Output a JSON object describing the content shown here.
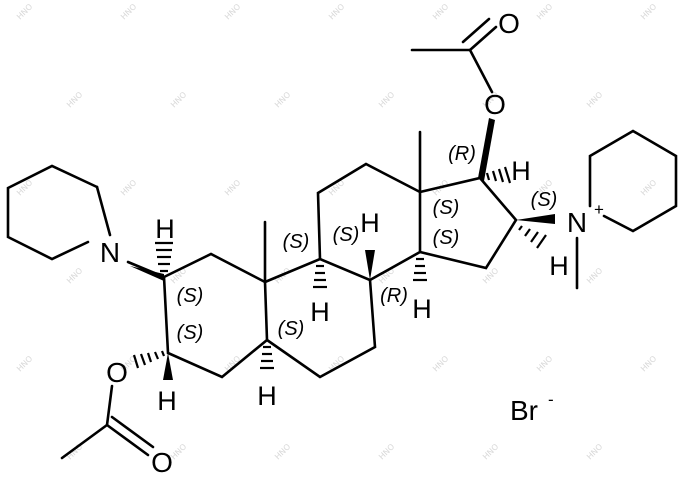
{
  "molecule": {
    "atoms": {
      "n_left": "N",
      "o_acetate_top_ether": "O",
      "o_acetate_top_carbonyl": "O",
      "o_acetate_bottom_ether": "O",
      "o_acetate_bottom_carbonyl": "O",
      "n_quaternary": "N",
      "n_charge": "+",
      "bromide": "Br",
      "bromide_charge": "-"
    },
    "hydrogens": {
      "h2": "H",
      "h3": "H",
      "h5": "H",
      "h8": "H",
      "h9": "H",
      "h14": "H",
      "h16": "H",
      "h17": "H",
      "h_ring_c": "H"
    },
    "stereo_labels": {
      "c2": "(S)",
      "c3": "(S)",
      "c5": "(S)",
      "c8": "(R)",
      "c9": "(S)",
      "c10": "(S)",
      "c13": "(S)",
      "c14": "(S)",
      "c16": "(S)",
      "c17": "(R)"
    },
    "watermark": "HNO"
  }
}
